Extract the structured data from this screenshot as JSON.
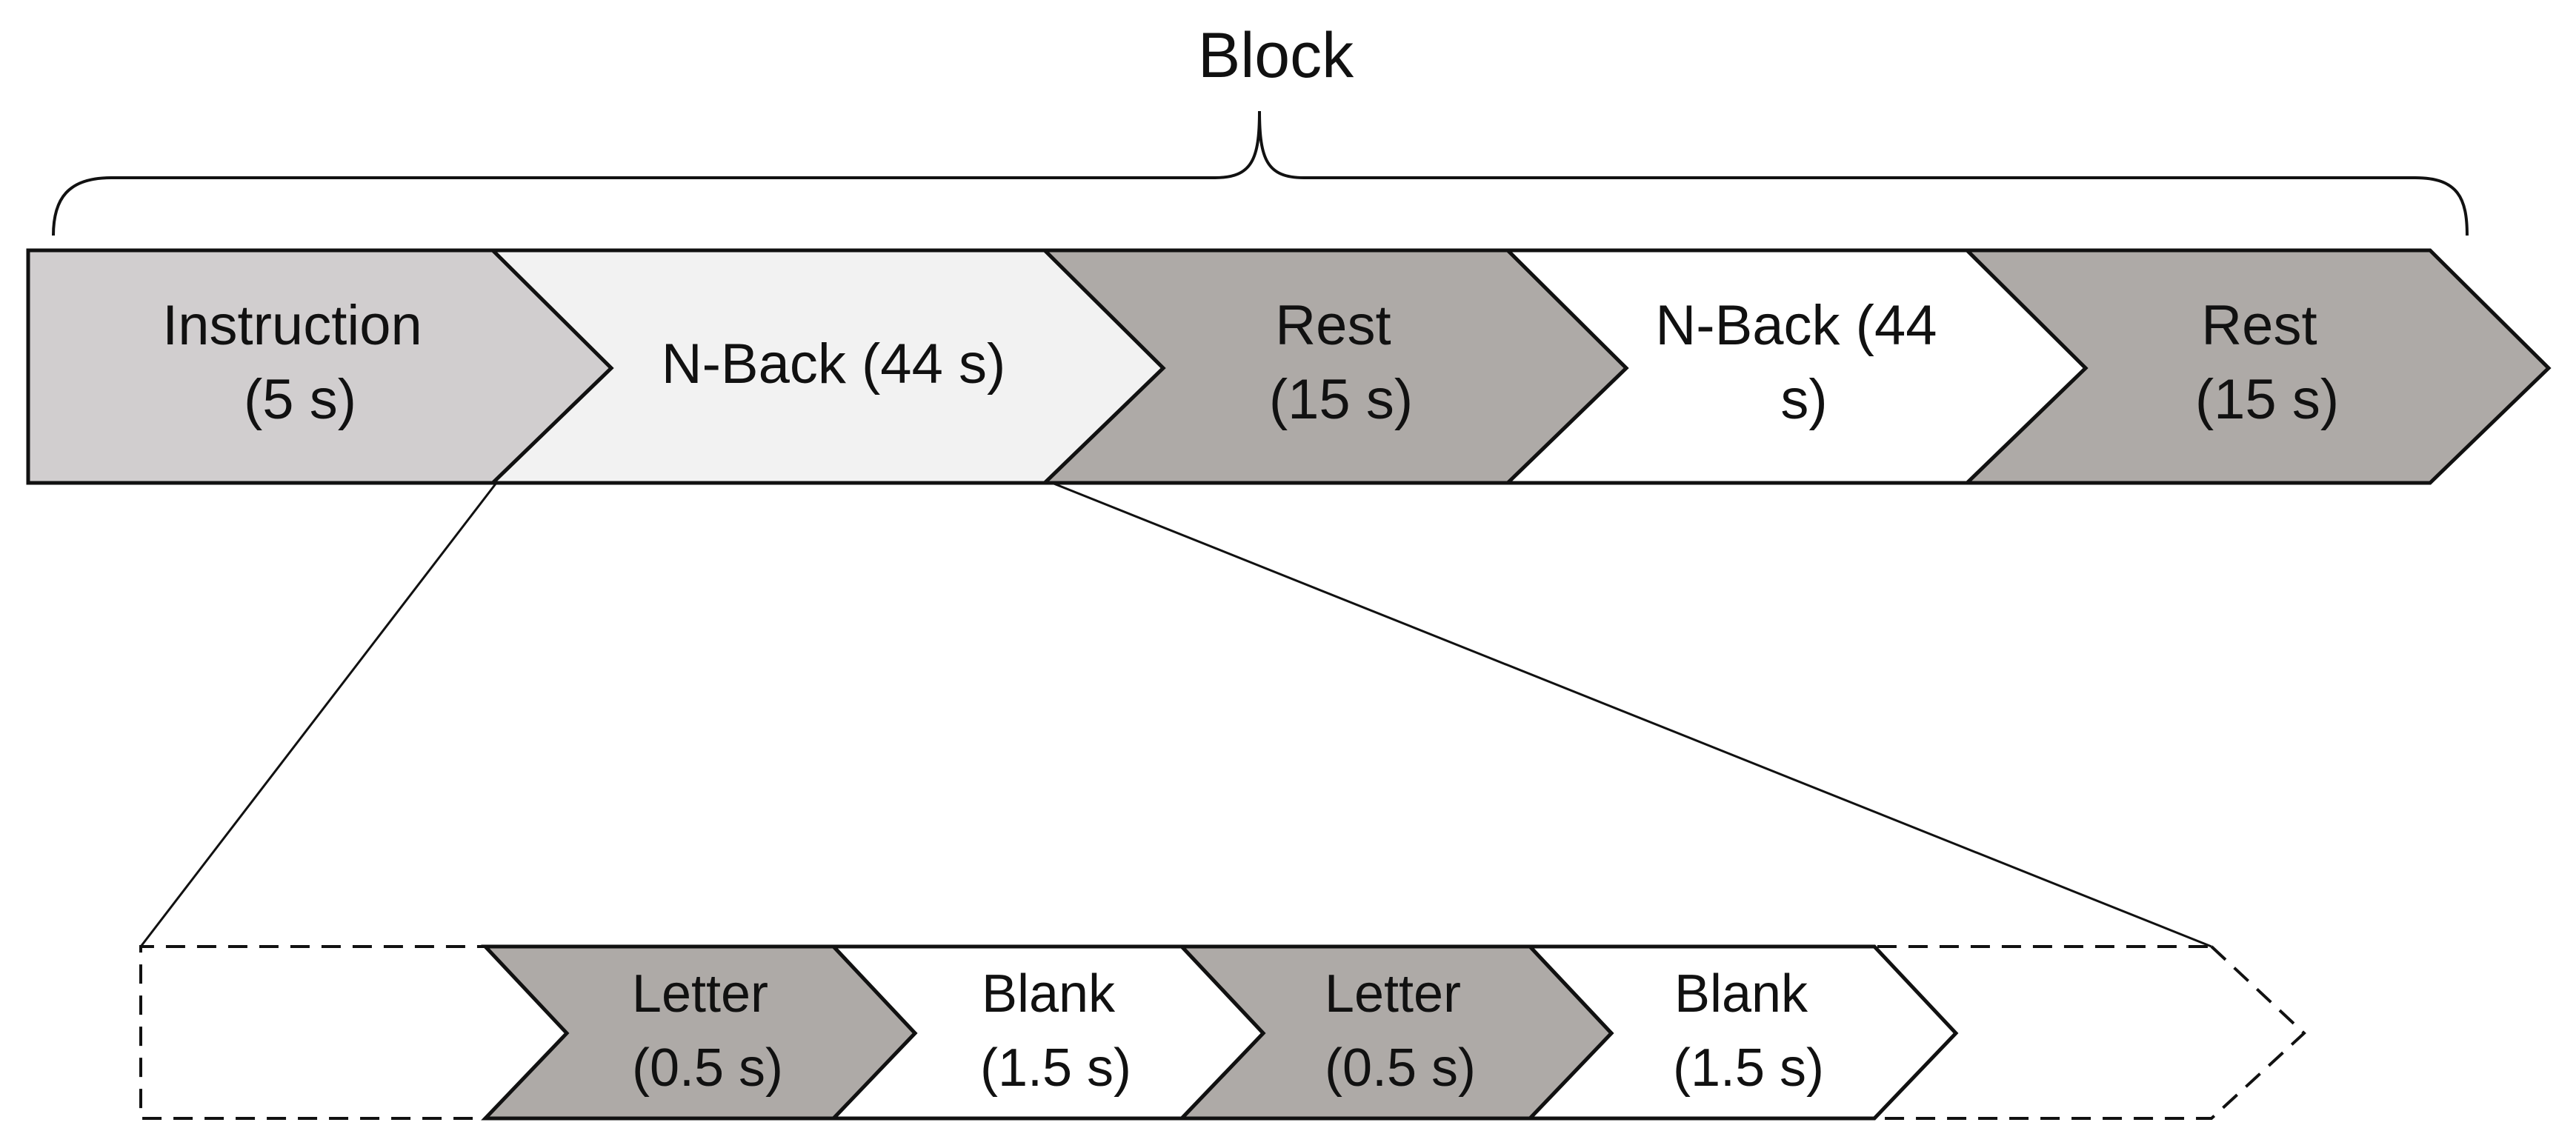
{
  "title": "Block",
  "colors": {
    "instruction": "#d1cecf",
    "nback_first": "#f2f2f2",
    "rest": "#aeaaa7",
    "nback_second": "#ffffff",
    "letter": "#aeaaa7",
    "blank": "#ffffff",
    "stroke": "#111111"
  },
  "timeline": [
    {
      "id": "instruction",
      "lines": [
        "Instruction",
        "(5 s)"
      ]
    },
    {
      "id": "nback-1",
      "lines": [
        "N-Back (44 s)"
      ]
    },
    {
      "id": "rest-1",
      "lines": [
        "Rest",
        "(15 s)"
      ]
    },
    {
      "id": "nback-2",
      "lines": [
        "N-Back (44",
        "s)"
      ]
    },
    {
      "id": "rest-2",
      "lines": [
        "Rest",
        "(15 s)"
      ]
    }
  ],
  "detail": [
    {
      "id": "letter-1",
      "lines": [
        "Letter",
        "(0.5 s)"
      ]
    },
    {
      "id": "blank-1",
      "lines": [
        "Blank",
        "(1.5 s)"
      ]
    },
    {
      "id": "letter-2",
      "lines": [
        "Letter",
        "(0.5 s)"
      ]
    },
    {
      "id": "blank-2",
      "lines": [
        "Blank",
        "(1.5 s)"
      ]
    }
  ]
}
